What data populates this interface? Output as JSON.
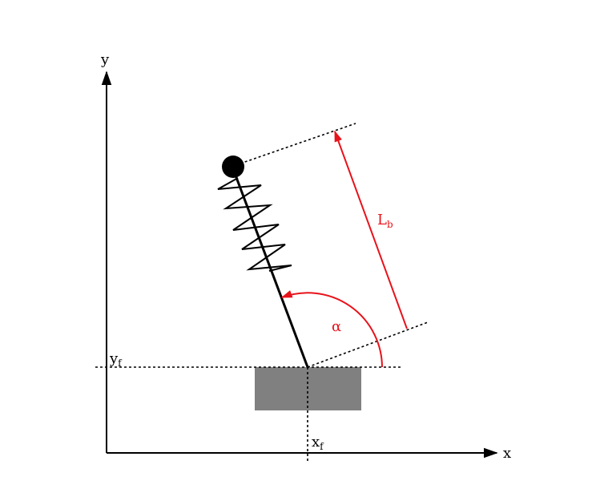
{
  "labels": {
    "y_axis": "y",
    "x_axis": "x",
    "y_foot": {
      "base": "y",
      "sub": "f"
    },
    "x_foot": {
      "base": "x",
      "sub": "f"
    },
    "leg_length": {
      "base": "L",
      "sub": "b"
    },
    "angle": "α"
  },
  "colors": {
    "axes": "#000000",
    "annotation": "#e8121a",
    "foot": "#808080",
    "mass": "#000000"
  },
  "icons": {
    "mass": "filled-circle",
    "foot": "gray-rectangle",
    "spring": "zigzag-coil"
  }
}
